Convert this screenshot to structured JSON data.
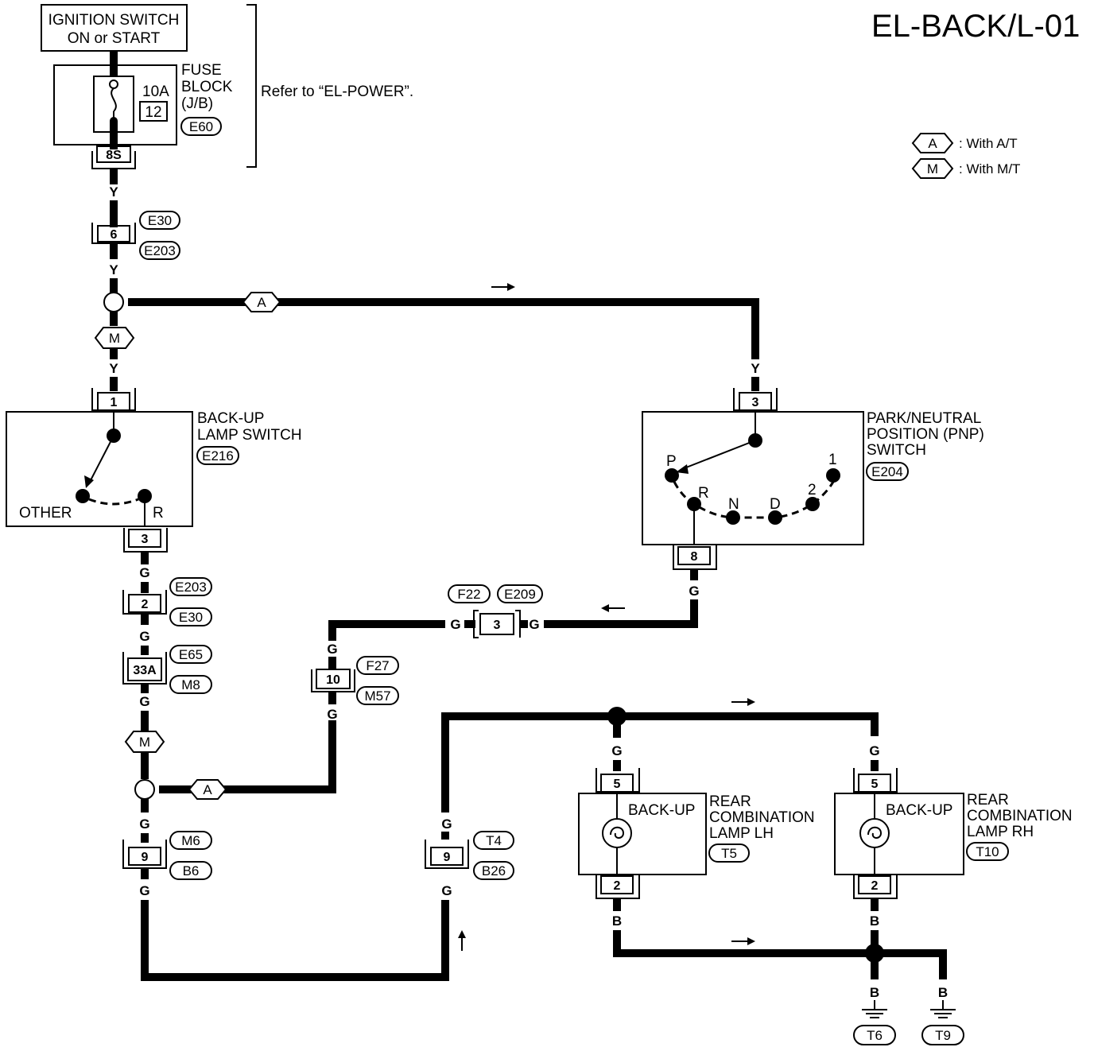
{
  "title": "EL-BACK/L-01",
  "ignition": {
    "line1": "IGNITION SWITCH",
    "line2": "ON or START"
  },
  "fuse_block": {
    "line1": "FUSE",
    "line2": "BLOCK",
    "line3": "(J/B)",
    "amp": "10A",
    "fuse_no": "12",
    "connector": "E60",
    "terminal": "8S"
  },
  "refer": "Refer to “EL-POWER”.",
  "legend": {
    "a_symbol": "A",
    "a_text": ": With A/T",
    "m_symbol": "M",
    "m_text": ": With M/T"
  },
  "wire_colors": {
    "y": "Y",
    "g": "G",
    "b": "B"
  },
  "option_labels": {
    "a": "A",
    "m": "M"
  },
  "joints": {
    "j1": {
      "pin": "6",
      "c1": "E30",
      "c2": "E203"
    },
    "j2": {
      "pin": "2",
      "c1": "E203",
      "c2": "E30"
    },
    "j3": {
      "pin": "33A",
      "c1": "E65",
      "c2": "M8"
    },
    "j4": {
      "pin": "9",
      "c1": "M6",
      "c2": "B6"
    },
    "j5": {
      "pin": "3",
      "c1": "F22",
      "c2": "E209"
    },
    "j6": {
      "pin": "10",
      "c1": "F27",
      "c2": "M57"
    },
    "j7": {
      "pin": "9",
      "c1": "T4",
      "c2": "B26"
    }
  },
  "backup_switch": {
    "line1": "BACK-UP",
    "line2": "LAMP SWITCH",
    "connector": "E216",
    "pin_in": "1",
    "pin_out": "3",
    "other": "OTHER",
    "r": "R"
  },
  "pnp_switch": {
    "line1": "PARK/NEUTRAL",
    "line2": "POSITION (PNP)",
    "line3": "SWITCH",
    "connector": "E204",
    "pin_in": "3",
    "pin_out": "8",
    "p": "P",
    "r": "R",
    "n": "N",
    "d": "D",
    "two": "2",
    "one": "1"
  },
  "lamp_lh": {
    "inner": "BACK-UP",
    "line1": "REAR",
    "line2": "COMBINATION",
    "line3": "LAMP LH",
    "connector": "T5",
    "pin_in": "5",
    "pin_out": "2"
  },
  "lamp_rh": {
    "inner": "BACK-UP",
    "line1": "REAR",
    "line2": "COMBINATION",
    "line3": "LAMP RH",
    "connector": "T10",
    "pin_in": "5",
    "pin_out": "2"
  },
  "grounds": {
    "g1": "T6",
    "g2": "T9"
  }
}
